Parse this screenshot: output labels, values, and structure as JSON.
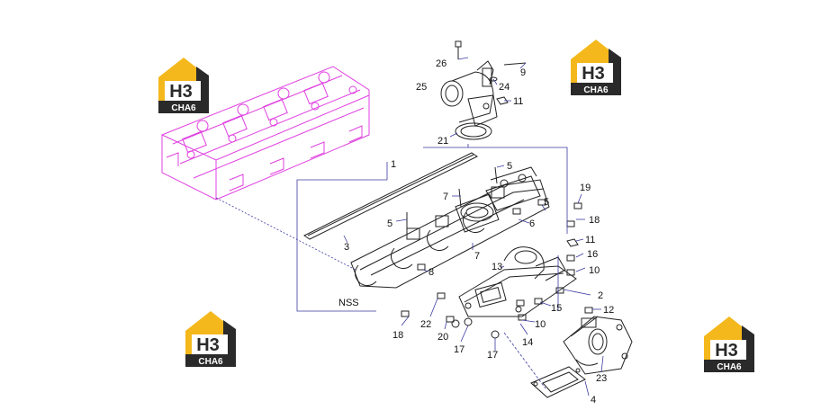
{
  "logo": {
    "big": "H3",
    "small": "CHA6",
    "colors": {
      "yellow": "#f4b81c",
      "dark": "#2a2a2a",
      "white": "#ffffff"
    }
  },
  "callouts": {
    "c1": "1",
    "c2": "2",
    "c3": "3",
    "c4": "4",
    "c5a": "5",
    "c5b": "5",
    "c5c": "5",
    "c6": "6",
    "c7a": "7",
    "c7b": "7",
    "c8": "8",
    "c9": "9",
    "c10a": "10",
    "c10b": "10",
    "c11a": "11",
    "c11b": "11",
    "c12": "12",
    "c13": "13",
    "c14": "14",
    "c15": "15",
    "c16": "16",
    "c17a": "17",
    "c17b": "17",
    "c18a": "18",
    "c18b": "18",
    "c19": "19",
    "c20": "20",
    "c21": "21",
    "c22": "22",
    "c23": "23",
    "c24": "24",
    "c25": "25",
    "c26": "26",
    "nss": "NSS"
  },
  "colors": {
    "line": "#222222",
    "leader": "#3a3aa0",
    "head": "#e040e0"
  }
}
